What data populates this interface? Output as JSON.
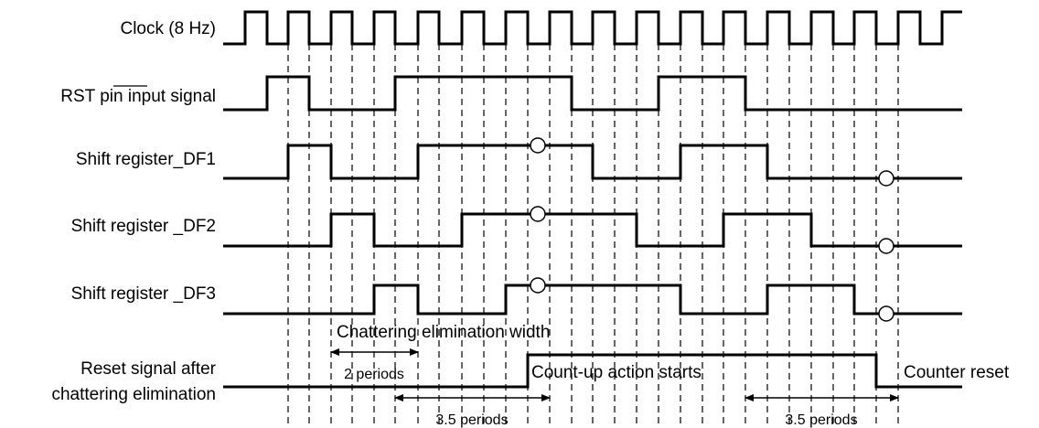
{
  "signals": [
    {
      "label": "Clock (8 Hz)"
    },
    {
      "label_overbar": "RST",
      "label_rest": " pin input signal"
    },
    {
      "label": "Shift register_DF1"
    },
    {
      "label": "Shift register _DF2"
    },
    {
      "label": "Shift register _DF3"
    },
    {
      "label_line1": "Reset signal after",
      "label_line2": "chattering elimination"
    }
  ],
  "annotations": {
    "chattering_width": "Chattering elimination width",
    "two_periods": "2 periods",
    "three_half_periods_a": "3.5 periods",
    "three_half_periods_b": "3.5 periods",
    "count_up": "Count-up action starts",
    "counter_reset": "Counter reset"
  }
}
